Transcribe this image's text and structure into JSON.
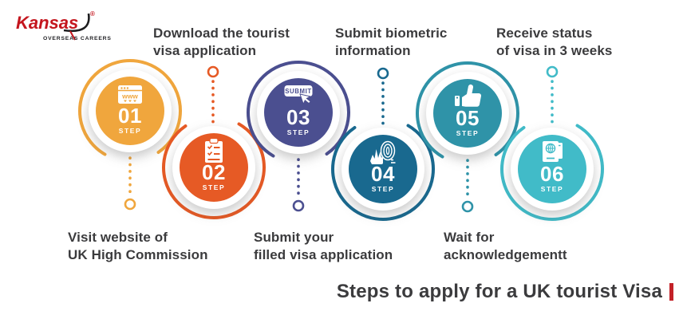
{
  "logo": {
    "brand": "Kansas",
    "registered_mark": "®",
    "tagline": "OVERSEAS CAREERS",
    "brand_color": "#c4161e",
    "swoosh_color": "#1d1d1f"
  },
  "title": {
    "text": "Steps to apply for a UK tourist Visa",
    "accent_color": "#c32128"
  },
  "steps": [
    {
      "number": "01",
      "step_word": "STEP",
      "label": "Visit website of\nUK High Commission",
      "color": "#f0a63d",
      "icon": "browser-www-icon",
      "label_position": "below"
    },
    {
      "number": "02",
      "step_word": "STEP",
      "label": "Download the tourist\nvisa application",
      "color": "#e65a25",
      "icon": "clipboard-checklist-icon",
      "label_position": "above"
    },
    {
      "number": "03",
      "step_word": "STEP",
      "label": "Submit your\nfilled visa application",
      "color": "#4b4f90",
      "icon": "submit-button-icon",
      "label_position": "below"
    },
    {
      "number": "04",
      "step_word": "STEP",
      "label": "Submit biometric\ninformation",
      "color": "#19698f",
      "icon": "biometric-hand-fingerprint-icon",
      "label_position": "above"
    },
    {
      "number": "05",
      "step_word": "STEP",
      "label": "Wait for\nacknowledgementt",
      "color": "#2f93a8",
      "icon": "thumbs-up-icon",
      "label_position": "below"
    },
    {
      "number": "06",
      "step_word": "STEP",
      "label": "Receive status\nof visa in 3 weeks",
      "color": "#41bbc8",
      "icon": "passport-icon",
      "label_position": "above"
    }
  ],
  "icon_white": "#ffffff"
}
